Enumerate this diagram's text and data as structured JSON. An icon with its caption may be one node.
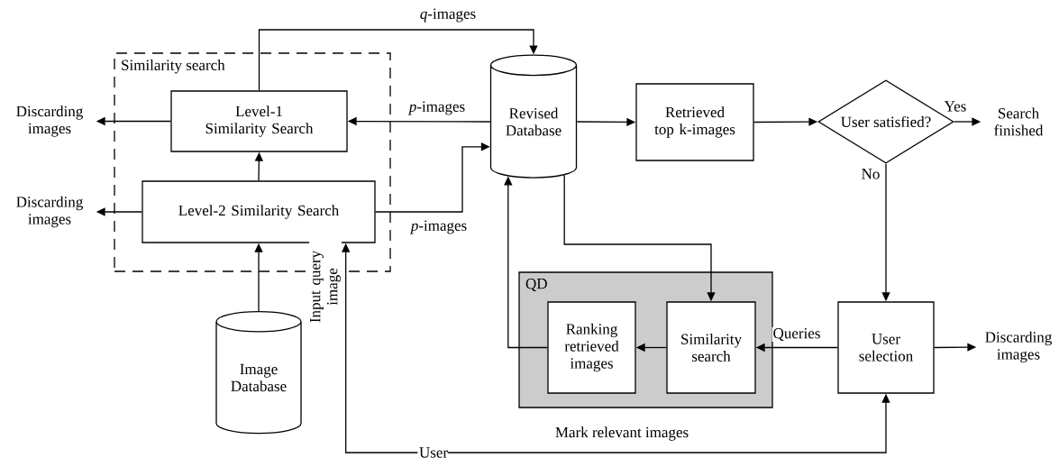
{
  "diagram": {
    "nodes": [
      {
        "text": [
          "Similarity search"
        ]
      },
      {
        "text": [
          "Level-1 Similarity Search"
        ],
        "in": 0
      },
      {
        "text": [
          "Level-2 Similarity Search"
        ],
        "in": 0
      },
      {
        "text": [
          "Discarding images"
        ]
      },
      {
        "text": [
          "Discarding images"
        ]
      },
      {
        "text": [
          "Revised Database"
        ]
      },
      {
        "text": [
          "Retrieved top k-images"
        ]
      },
      {
        "text": [
          "User satisfied?"
        ]
      },
      {
        "text": [
          "Search finished"
        ]
      },
      {
        "text": [
          "Image Database"
        ]
      },
      {
        "text": [
          "QD"
        ]
      },
      {
        "text": [
          "Ranking retrieved images"
        ],
        "in": 10
      },
      {
        "text": [
          "Similarity search"
        ],
        "in": 10
      },
      {
        "text": [
          "User selection"
        ]
      },
      {
        "text": [
          "Discarding images"
        ]
      },
      {
        "text": [
          "User"
        ]
      }
    ],
    "edges": [
      {
        "from": 1,
        "to": 3,
        "arrow": "to"
      },
      {
        "from": 2,
        "to": 4,
        "arrow": "to"
      },
      {
        "from": 2,
        "to": 1,
        "arrow": "to"
      },
      {
        "from": 5,
        "to": 1,
        "arrow": "to",
        "label": "*p*-images"
      },
      {
        "from": 2,
        "to": 5,
        "arrow": "to",
        "label": "*p*-images"
      },
      {
        "from": 1,
        "to": 5,
        "arrow": "to",
        "label": "*q*-images"
      },
      {
        "from": 9,
        "to": 2,
        "arrow": "to"
      },
      {
        "from": 5,
        "to": 6,
        "arrow": "to"
      },
      {
        "from": 6,
        "to": 7,
        "arrow": "to"
      },
      {
        "from": 7,
        "to": 8,
        "arrow": "to",
        "label": "Yes"
      },
      {
        "from": 7,
        "to": 13,
        "arrow": "to",
        "label": "No"
      },
      {
        "from": 5,
        "to": 12,
        "arrow": "to"
      },
      {
        "from": 13,
        "to": 12,
        "arrow": "to",
        "label": "Queries"
      },
      {
        "from": 12,
        "to": 11,
        "arrow": "to"
      },
      {
        "from": 11,
        "to": 5,
        "arrow": "to"
      },
      {
        "from": 13,
        "to": 14,
        "arrow": "to"
      },
      {
        "from": 15,
        "to": 2,
        "arrow": "to",
        "label": "Input query image"
      },
      {
        "from": 15,
        "to": 13,
        "arrow": "to",
        "label": "Mark relevant images"
      }
    ]
  }
}
